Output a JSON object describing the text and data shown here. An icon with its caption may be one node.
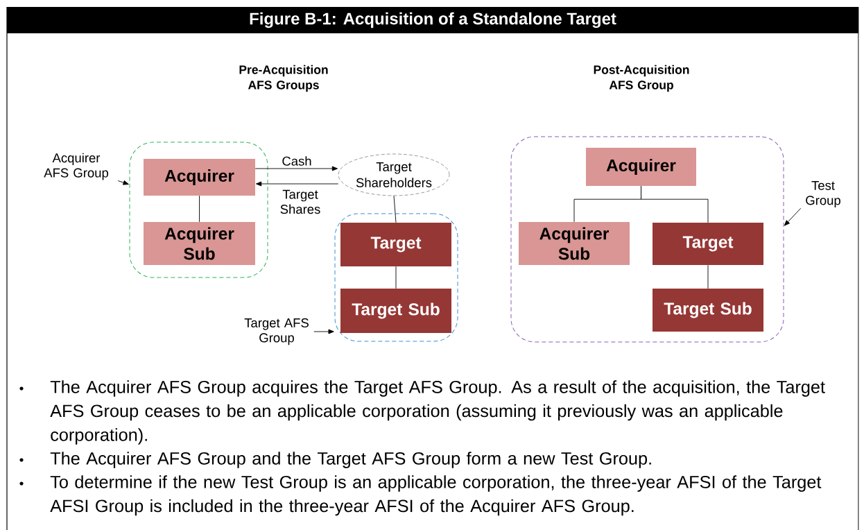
{
  "diagram": {
    "title": "Figure B-1: Acquisition of a Standalone Target",
    "nodes": [
      {
        "text": [],
        "shape": "box"
      },
      {
        "text": [
          "Acquirer"
        ],
        "in": 0
      },
      {
        "text": [
          "Acquirer Sub"
        ],
        "in": 0
      },
      {
        "text": [
          "Target Shareholders"
        ]
      },
      {
        "text": [],
        "shape": "box"
      },
      {
        "text": [
          "Target"
        ],
        "in": 4
      },
      {
        "text": [
          "Target Sub"
        ],
        "in": 4
      },
      {
        "text": [],
        "shape": "box"
      },
      {
        "text": [
          "Acquirer"
        ],
        "in": 7
      },
      {
        "text": [
          "Acquirer Sub"
        ],
        "in": 7
      },
      {
        "text": [
          "Target"
        ],
        "in": 7
      },
      {
        "text": [
          "Target Sub"
        ],
        "in": 7
      },
      {
        "text": [
          "Acquirer AFS Group"
        ]
      },
      {
        "text": [
          "Target AFS Group"
        ]
      },
      {
        "text": [
          "Test Group"
        ]
      }
    ],
    "edges": [
      {
        "from": 1,
        "to": 3,
        "arrow": "to",
        "label": "Cash"
      },
      {
        "from": 3,
        "to": 1,
        "arrow": "to",
        "label": "Target Shares"
      },
      {
        "from": 1,
        "to": 2,
        "arrow": "none"
      },
      {
        "from": 3,
        "to": 5,
        "arrow": "none"
      },
      {
        "from": 5,
        "to": 6,
        "arrow": "none"
      },
      {
        "from": 8,
        "to": 9,
        "arrow": "none"
      },
      {
        "from": 8,
        "to": 10,
        "arrow": "none"
      },
      {
        "from": 10,
        "to": 11,
        "arrow": "none"
      },
      {
        "from": 12,
        "to": 0,
        "arrow": "to"
      },
      {
        "from": 13,
        "to": 4,
        "arrow": "to"
      },
      {
        "from": 14,
        "to": 7,
        "arrow": "to"
      }
    ],
    "labels": [
      "Pre-Acquisition AFS Groups",
      "Post-Acquisition AFS Group",
      "The Acquirer AFS Group acquires the Target AFS Group. As a result of the acquisition, the Target AFS Group ceases to be an applicable corporation (assuming it previously was an applicable corporation).",
      "The Acquirer AFS Group and the Target AFS Group form a new Test Group.",
      "To determine if the new Test Group is an applicable corporation, the three-year AFSI of the Target AFSI Group is included in the three-year AFSI of the Acquirer AFS Group."
    ]
  }
}
